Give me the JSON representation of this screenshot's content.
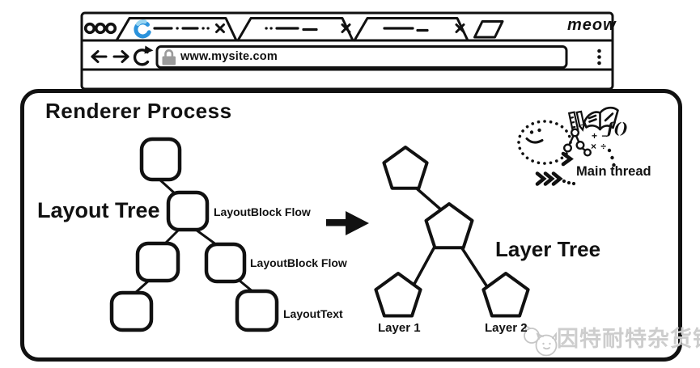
{
  "browser": {
    "brand_label": "meow",
    "url": "www.mysite.com",
    "window_controls_count": 3,
    "tabs": [
      {
        "id": "tab-1",
        "active": true,
        "favicon": "loading-spinner-icon",
        "close_icon": "x"
      },
      {
        "id": "tab-2",
        "active": false,
        "favicon": null,
        "close_icon": "x"
      },
      {
        "id": "tab-3",
        "active": false,
        "favicon": null,
        "close_icon": "x"
      }
    ],
    "toolbar_icons": [
      "back-arrow-icon",
      "forward-arrow-icon",
      "refresh-icon",
      "lock-icon",
      "kebab-menu-icon"
    ],
    "new_tab_icon": "new-tab-parallelogram-icon"
  },
  "renderer": {
    "title": "Renderer Process",
    "layout_tree": {
      "title": "Layout Tree",
      "node_shape": "rounded-square",
      "node_count": 6,
      "annotations": [
        "LayoutBlock Flow",
        "LayoutBlock Flow",
        "LayoutText"
      ]
    },
    "transform_arrow": "right",
    "layer_tree": {
      "title": "Layer Tree",
      "node_shape": "pentagon",
      "node_count": 4,
      "leaf_labels": [
        "Layer 1",
        "Layer 2"
      ]
    },
    "main_thread": {
      "label": "Main thread",
      "math_row1": "+ −",
      "math_row2": "× ÷",
      "fn": "f()",
      "doodles": [
        "smiley-dotted-loop-icon",
        "ruler-pencil-icon",
        "open-book-icon",
        "mini-tree-icon",
        "chevron-arrows-icon"
      ]
    }
  },
  "watermark": {
    "text": "因特耐特杂货铺",
    "icon": "cat-doodle-icon"
  },
  "colors": {
    "ink": "#111111",
    "spinner_blue": "#2b93dc",
    "spinner_light": "#9ad6f2",
    "lock_gray": "#9b9b9b",
    "watermark_gray": "#cdcdcd"
  }
}
